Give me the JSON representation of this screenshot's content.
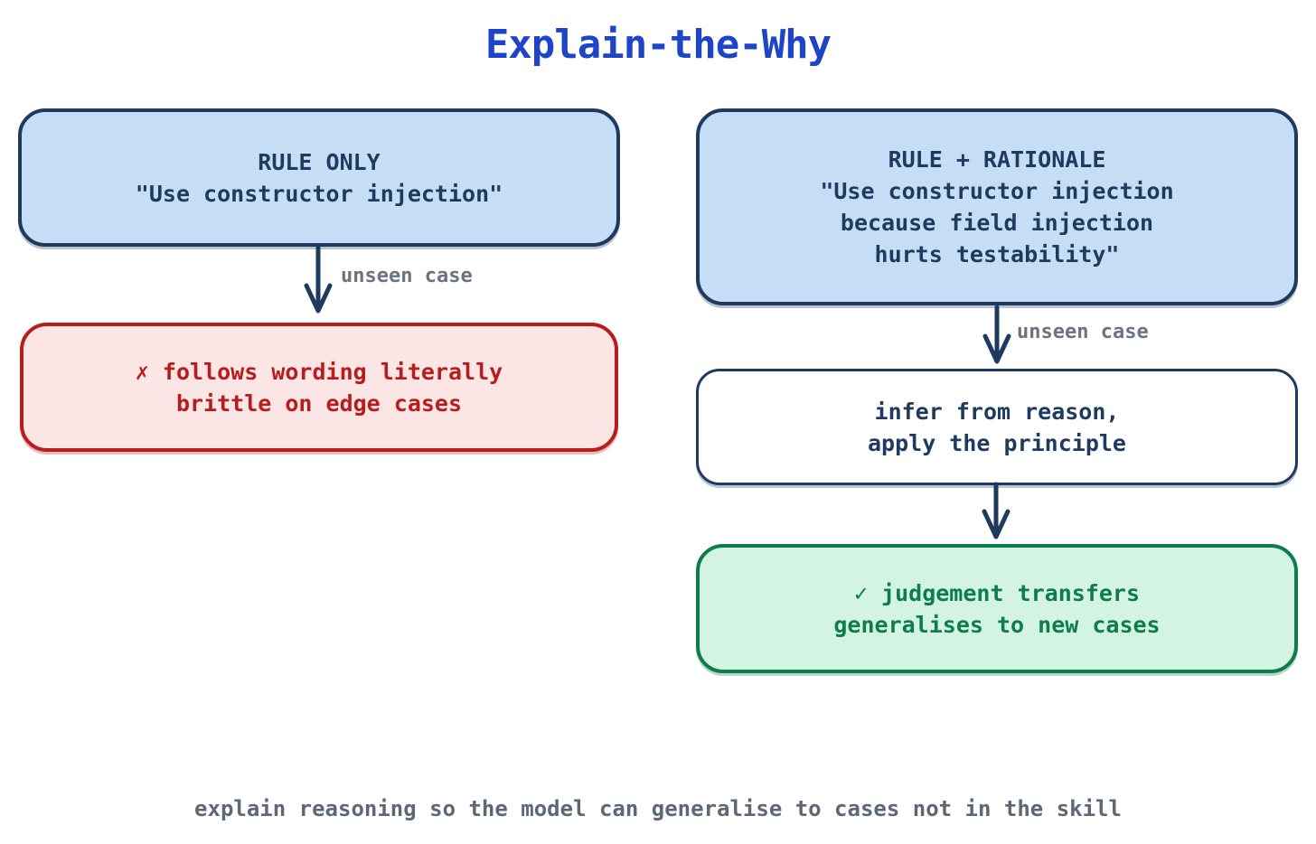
{
  "title": "Explain-the-Why",
  "colors": {
    "title_blue": "#1e45c7",
    "navy": "#1e3a5f",
    "blue_fill": "#c5ddf5",
    "red": "#b71d1d",
    "red_fill": "#fbe5e5",
    "green": "#0e7c4f",
    "green_fill": "#d3f4e2",
    "label_gray": "#6b7280",
    "caption_gray": "#5d6876"
  },
  "left_flow": {
    "rule_box": {
      "lines": [
        "RULE ONLY",
        "\"Use constructor injection\""
      ]
    },
    "arrow_label": "unseen case",
    "result_box": {
      "lines": [
        "✗ follows wording literally",
        "brittle on edge cases"
      ]
    }
  },
  "right_flow": {
    "rule_box": {
      "lines": [
        "RULE + RATIONALE",
        "\"Use constructor injection",
        "because field injection",
        "hurts testability\""
      ]
    },
    "arrow_label": "unseen case",
    "infer_box": {
      "lines": [
        "infer from reason,",
        "apply the principle"
      ]
    },
    "result_box": {
      "lines": [
        "✓ judgement transfers",
        "generalises to new cases"
      ]
    }
  },
  "caption": "explain reasoning so the model can generalise to cases not in the skill"
}
